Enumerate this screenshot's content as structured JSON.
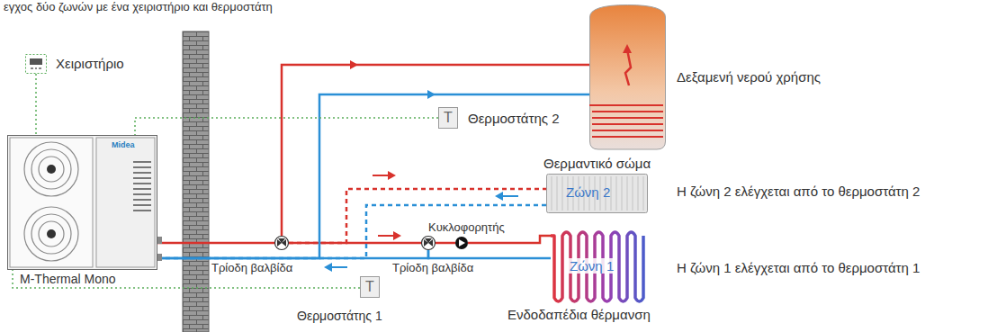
{
  "diagram": {
    "title": "εγχος δύο ζωνών με ένα χειριστήριο και θερμοστάτη",
    "nodes": [
      {
        "text": [
          "Χειριστήριο"
        ]
      },
      {
        "text": [
          "Δεξαμενή νερού χρήσης"
        ]
      },
      {
        "text": [
          "T",
          "Θερμοστάτης 2"
        ]
      },
      {
        "text": [
          "Θερμαντικό σώμα",
          "Ζώνη 2"
        ]
      },
      {
        "text": [
          "M-Thermal Mono"
        ]
      },
      {
        "text": [
          "Τρίοδη βαλβίδα"
        ]
      },
      {
        "text": [
          "Τρίοδη βαλβίδα"
        ]
      },
      {
        "text": [
          "Κυκλοφορητής"
        ]
      },
      {
        "text": [
          "Ζώνη 1",
          "Ενδοδαπέδια θέρμανση"
        ]
      },
      {
        "text": [
          "T",
          "Θερμοστάτης 1"
        ]
      }
    ],
    "edges": [
      {
        "from": 4,
        "to": 5,
        "arrow": "none"
      },
      {
        "from": 5,
        "to": 1,
        "arrow": "none"
      },
      {
        "from": 5,
        "to": 6,
        "arrow": "none"
      },
      {
        "from": 6,
        "to": 7,
        "arrow": "none"
      },
      {
        "from": 7,
        "to": 8,
        "arrow": "none"
      },
      {
        "from": 5,
        "to": 3,
        "arrow": "none"
      },
      {
        "from": 3,
        "to": 4,
        "arrow": "none"
      },
      {
        "from": 1,
        "to": 4,
        "arrow": "none"
      },
      {
        "from": 8,
        "to": 6,
        "arrow": "none"
      },
      {
        "from": 6,
        "to": 4,
        "arrow": "none"
      },
      {
        "from": 0,
        "to": 4,
        "arrow": "none"
      },
      {
        "from": 2,
        "to": 4,
        "arrow": "none"
      },
      {
        "from": 9,
        "to": 4,
        "arrow": "none"
      }
    ],
    "labels": [
      "Η ζώνη 2 ελέγχεται από το θερμοστάτη 2",
      "Η ζώνη 1 ελέγχεται από το θερμοστάτη 1",
      "Midea"
    ]
  }
}
